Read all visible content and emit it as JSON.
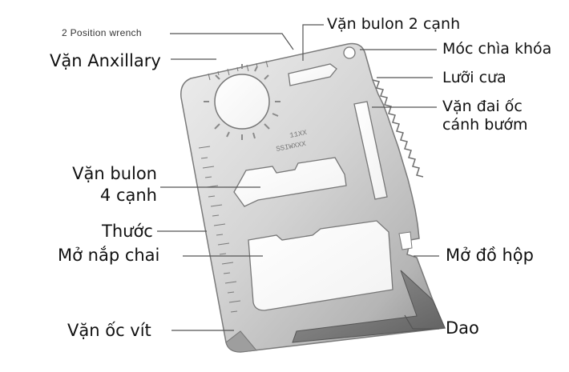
{
  "diagram": {
    "labels": {
      "two_position_wrench": "2 Position wrench",
      "van_anxillary": "Vặn Anxillary",
      "van_bulon_4_canh_line1": "Vặn bulon",
      "van_bulon_4_canh_line2": "4 cạnh",
      "thuoc": "Thước",
      "mo_nap_chai": "Mở nắp chai",
      "van_oc_vit": "Vặn ốc vít",
      "van_bulon_2_canh": "Vặn bulon 2 cạnh",
      "moc_chia_khoa": "Móc chìa khóa",
      "luoi_cua": "Lưỡi cưa",
      "van_dai_oc_line1": "Vặn đai ốc",
      "van_dai_oc_line2": "cánh bướm",
      "mo_do_hop": "Mở đồ hộp",
      "dao": "Dao"
    },
    "card_engraving": [
      "11XX",
      "SSIWXXX"
    ],
    "colors": {
      "card_light": "#e2e2e2",
      "card_dark": "#8a8a8a",
      "leader_line": "#555555",
      "text": "#111111"
    }
  }
}
